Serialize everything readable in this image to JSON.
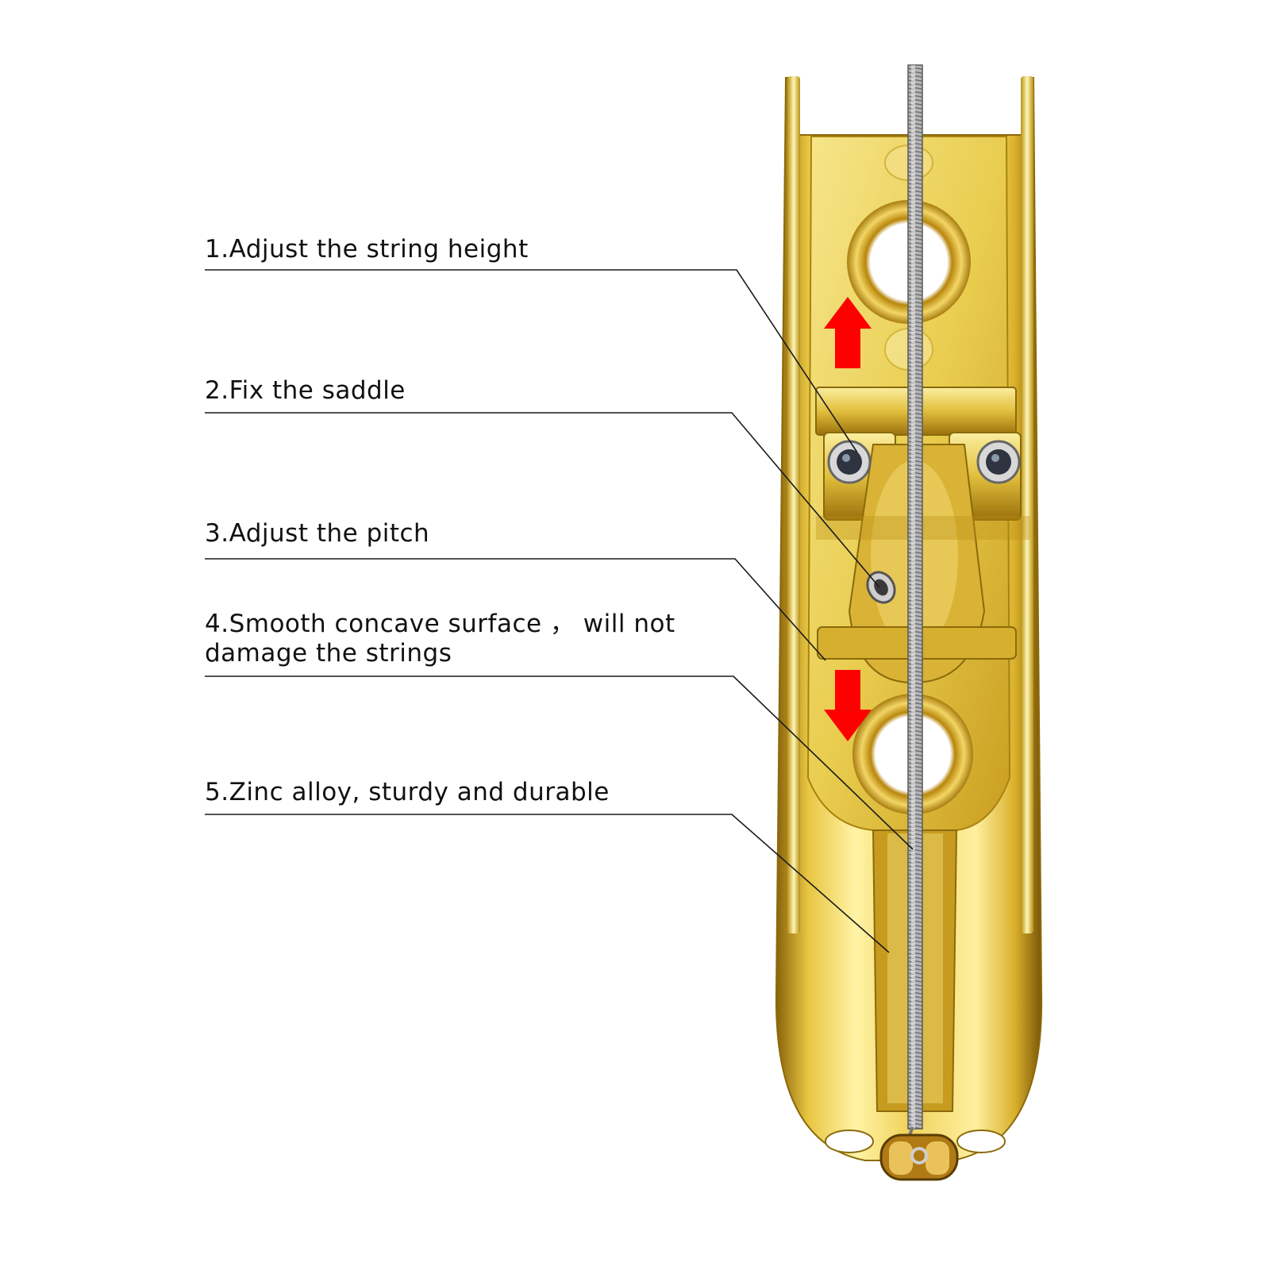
{
  "callouts": [
    {
      "number": "1",
      "text": "1.Adjust the string height"
    },
    {
      "number": "2",
      "text": "2.Fix the saddle"
    },
    {
      "number": "3",
      "text": "3.Adjust the pitch"
    },
    {
      "number": "4",
      "text_line1": "4.Smooth concave surface ， will not",
      "text_line2": "damage the strings"
    },
    {
      "number": "5",
      "text": "5.Zinc alloy, sturdy and durable"
    }
  ],
  "colors": {
    "gold_light": "#f7e27a",
    "gold_mid": "#e6c23a",
    "gold_dark": "#a67c12",
    "arrow_red": "#ff0000",
    "leader_line": "#1a1a1a",
    "string_steel": "#9a9a9a"
  },
  "icons": {
    "arrow_up": "red-arrow-up-icon",
    "arrow_down": "red-arrow-down-icon"
  }
}
